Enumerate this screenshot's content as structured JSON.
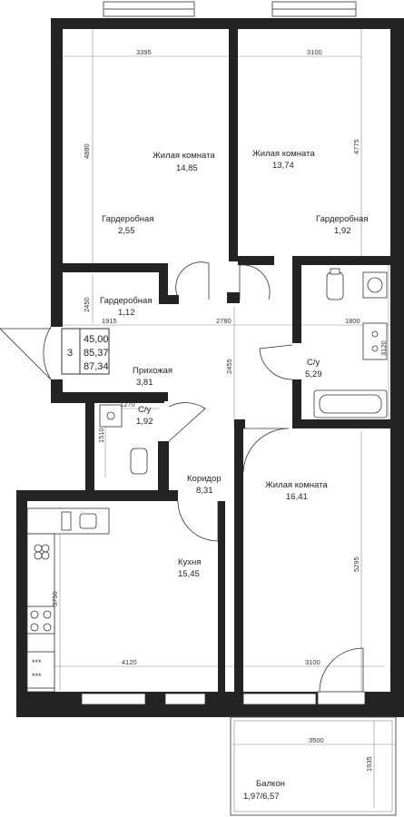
{
  "rooms": {
    "living1": {
      "name": "Жилая комната",
      "area": "14,85"
    },
    "living2": {
      "name": "Жилая комната",
      "area": "13,74"
    },
    "living3": {
      "name": "Жилая комната",
      "area": "16,41"
    },
    "wardrobe1": {
      "name": "Гардеробная",
      "area": "2,55"
    },
    "wardrobe2": {
      "name": "Гардеробная",
      "area": "1,92"
    },
    "wardrobe3": {
      "name": "Гардеробная",
      "area": "1,12"
    },
    "hall": {
      "name": "Прихожая",
      "area": "3,81"
    },
    "bath1": {
      "name": "С/у",
      "area": "5,29"
    },
    "bath2": {
      "name": "С/у",
      "area": "1,92"
    },
    "corridor": {
      "name": "Коридор",
      "area": "8,31"
    },
    "kitchen": {
      "name": "Кухня",
      "area": "15,45"
    },
    "balcony": {
      "name": "Балкон",
      "area": "1,97/6,57"
    }
  },
  "summary": {
    "rooms_count": "3",
    "living_area": "45,00",
    "total_area": "85,37",
    "total_with_balcony": "87,34"
  },
  "dimensions": {
    "d3395": "3395",
    "d3100a": "3100",
    "d4880": "4880",
    "d4775": "4775",
    "d2450": "2450",
    "d1915": "1915",
    "d2780": "2780",
    "d1800": "1800",
    "d3120": "3120",
    "d2455": "2455",
    "d1270": "1270",
    "d1510": "1510",
    "d3750": "3750",
    "d5295": "5295",
    "d4120": "4120",
    "d3100b": "3100",
    "d3500": "3500",
    "d1935": "1935"
  },
  "colors": {
    "wall": "#232323",
    "background": "#ffffff"
  }
}
